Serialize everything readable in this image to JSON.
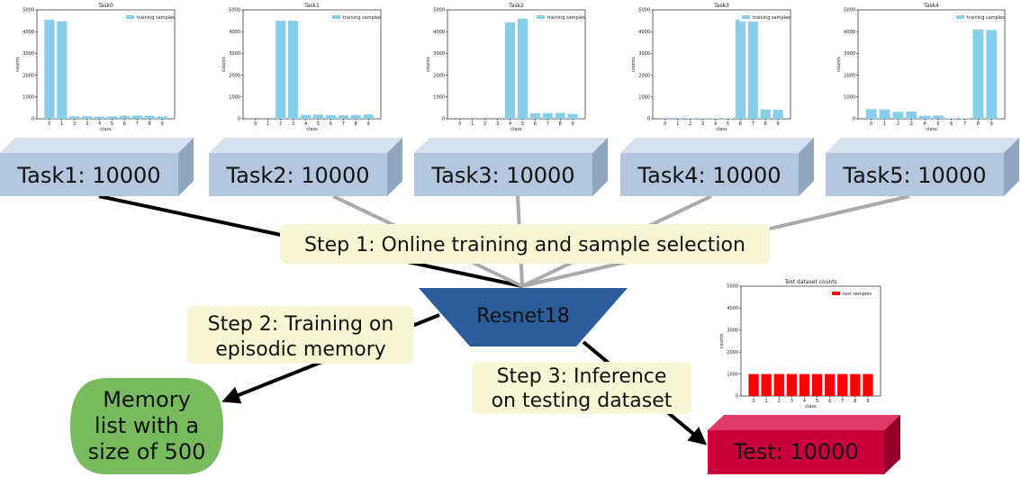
{
  "tasks": [
    {
      "label": "Task1: 10000"
    },
    {
      "label": "Task2: 10000"
    },
    {
      "label": "Task3: 10000"
    },
    {
      "label": "Task4: 10000"
    },
    {
      "label": "Task5: 10000"
    }
  ],
  "model": {
    "label": "Resnet18"
  },
  "steps": {
    "step1": "Step 1: Online training and sample selection",
    "step2_line1": "Step 2: Training on",
    "step2_line2": "episodic memory",
    "step3_line1": "Step 3: Inference",
    "step3_line2": "on testing dataset"
  },
  "memory": {
    "line1": "Memory",
    "line2": "list with a",
    "line3": "size of 500"
  },
  "test": {
    "label": "Test: 10000"
  },
  "colors": {
    "task_box": "#b3c6de",
    "model": "#2a5d9a",
    "memory": "#77bb5e",
    "test": "#c8003c",
    "step_bg": "#f7f7d5",
    "train_bar": "#87ceeb",
    "test_bar": "#ff0000"
  },
  "chart_data": [
    {
      "type": "bar",
      "title": "Task0",
      "categories": [
        "0",
        "1",
        "2",
        "3",
        "4",
        "5",
        "6",
        "7",
        "8",
        "9"
      ],
      "series": [
        {
          "name": "training samples",
          "values": [
            4550,
            4480,
            110,
            120,
            100,
            110,
            130,
            150,
            140,
            110
          ]
        }
      ],
      "xlabel": "class",
      "ylabel": "counts",
      "ylim": [
        0,
        5000
      ],
      "yticks": [
        0,
        1000,
        2000,
        3000,
        4000,
        5000
      ],
      "legend": "top-right"
    },
    {
      "type": "bar",
      "title": "Task1",
      "categories": [
        "0",
        "1",
        "2",
        "3",
        "4",
        "5",
        "6",
        "7",
        "8",
        "9"
      ],
      "series": [
        {
          "name": "training samples",
          "values": [
            0,
            0,
            4500,
            4500,
            180,
            190,
            170,
            160,
            170,
            200
          ]
        }
      ],
      "xlabel": "class",
      "ylabel": "counts",
      "ylim": [
        0,
        5000
      ],
      "yticks": [
        0,
        1000,
        2000,
        3000,
        4000,
        5000
      ],
      "legend": "top-right"
    },
    {
      "type": "bar",
      "title": "Task2",
      "categories": [
        "0",
        "1",
        "2",
        "3",
        "4",
        "5",
        "6",
        "7",
        "8",
        "9"
      ],
      "series": [
        {
          "name": "training samples",
          "values": [
            0,
            0,
            0,
            0,
            4420,
            4600,
            260,
            260,
            270,
            220
          ]
        }
      ],
      "xlabel": "class",
      "ylabel": "counts",
      "ylim": [
        0,
        5000
      ],
      "yticks": [
        0,
        1000,
        2000,
        3000,
        4000,
        5000
      ],
      "legend": "top-right"
    },
    {
      "type": "bar",
      "title": "Task3",
      "categories": [
        "0",
        "1",
        "2",
        "3",
        "4",
        "5",
        "6",
        "7",
        "8",
        "9"
      ],
      "series": [
        {
          "name": "training samples",
          "values": [
            30,
            30,
            20,
            20,
            20,
            20,
            4560,
            4480,
            430,
            420
          ]
        }
      ],
      "xlabel": "class",
      "ylabel": "counts",
      "ylim": [
        0,
        5000
      ],
      "yticks": [
        0,
        1000,
        2000,
        3000,
        4000,
        5000
      ],
      "legend": "top-right"
    },
    {
      "type": "bar",
      "title": "Task4",
      "categories": [
        "0",
        "1",
        "2",
        "3",
        "4",
        "5",
        "6",
        "7",
        "8",
        "9"
      ],
      "series": [
        {
          "name": "training samples",
          "values": [
            440,
            430,
            320,
            330,
            140,
            150,
            20,
            20,
            4100,
            4080
          ]
        }
      ],
      "xlabel": "class",
      "ylabel": "counts",
      "ylim": [
        0,
        5000
      ],
      "yticks": [
        0,
        1000,
        2000,
        3000,
        4000,
        5000
      ],
      "legend": "top-right"
    },
    {
      "type": "bar",
      "title": "Test dataset counts",
      "categories": [
        "0",
        "1",
        "2",
        "3",
        "4",
        "5",
        "6",
        "7",
        "8",
        "9"
      ],
      "series": [
        {
          "name": "test samples",
          "values": [
            1000,
            1000,
            1000,
            1000,
            1000,
            1000,
            1000,
            1000,
            1000,
            1000
          ]
        }
      ],
      "xlabel": "class",
      "ylabel": "counts",
      "ylim": [
        0,
        5000
      ],
      "yticks": [
        0,
        1000,
        2000,
        3000,
        4000,
        5000
      ],
      "legend": "top-right"
    }
  ]
}
